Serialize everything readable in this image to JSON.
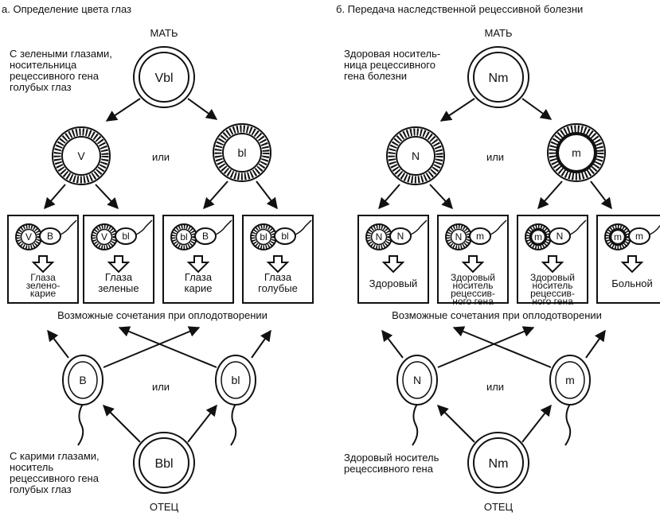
{
  "panel_a": {
    "title": "а. Определение цвета глаз",
    "mother_label": "МАТЬ",
    "father_label": "ОТЕЦ",
    "mother_note": [
      "С зелеными глазами,",
      "носительница",
      "рецессивного гена",
      "голубых глаз"
    ],
    "father_note": [
      "С карими глазами,",
      "носитель",
      "рецессивного гена",
      "голубых  глаз"
    ],
    "mother_genotype": "Vbl",
    "father_genotype": "Bbl",
    "egg_left": "V",
    "egg_right": "bl",
    "sperm_left": "B",
    "sperm_right": "bl",
    "or_label": "или",
    "combinations_label": "Возможные сочетания при оплодотворении",
    "boxes": [
      {
        "egg": "V",
        "sperm": "B",
        "result": [
          "Глаза",
          "зелено-",
          "карие"
        ]
      },
      {
        "egg": "V",
        "sperm": "bl",
        "result": [
          "Глаза",
          "зеленые"
        ]
      },
      {
        "egg": "bl",
        "sperm": "B",
        "result": [
          "Глаза",
          "карие"
        ]
      },
      {
        "egg": "bl",
        "sperm": "bl",
        "result": [
          "Глаза",
          "голубые"
        ]
      }
    ]
  },
  "panel_b": {
    "title": "б. Передача наследственной рецессивной болезни",
    "mother_label": "МАТЬ",
    "father_label": "ОТЕЦ",
    "mother_note": [
      "Здоровая  носитель-",
      "ница рецессивного",
      "гена болезни"
    ],
    "father_note": [
      "Здоровый носитель",
      "рецессивного гена"
    ],
    "mother_genotype": "Nm",
    "father_genotype": "Nm",
    "egg_left": "N",
    "egg_right": "m",
    "sperm_left": "N",
    "sperm_right": "m",
    "or_label": "или",
    "combinations_label": "Возможные сочетания при оплодотворении",
    "boxes": [
      {
        "egg": "N",
        "sperm": "N",
        "result": [
          "Здоровый"
        ]
      },
      {
        "egg": "N",
        "sperm": "m",
        "result": [
          "Здоровый",
          "носитель",
          "рецессив-",
          "ного гена"
        ]
      },
      {
        "egg": "m",
        "sperm": "N",
        "result": [
          "Здоровый",
          "носитель",
          "рецессив-",
          "ного гена"
        ]
      },
      {
        "egg": "m",
        "sperm": "m",
        "result": [
          "Больной"
        ]
      }
    ]
  }
}
